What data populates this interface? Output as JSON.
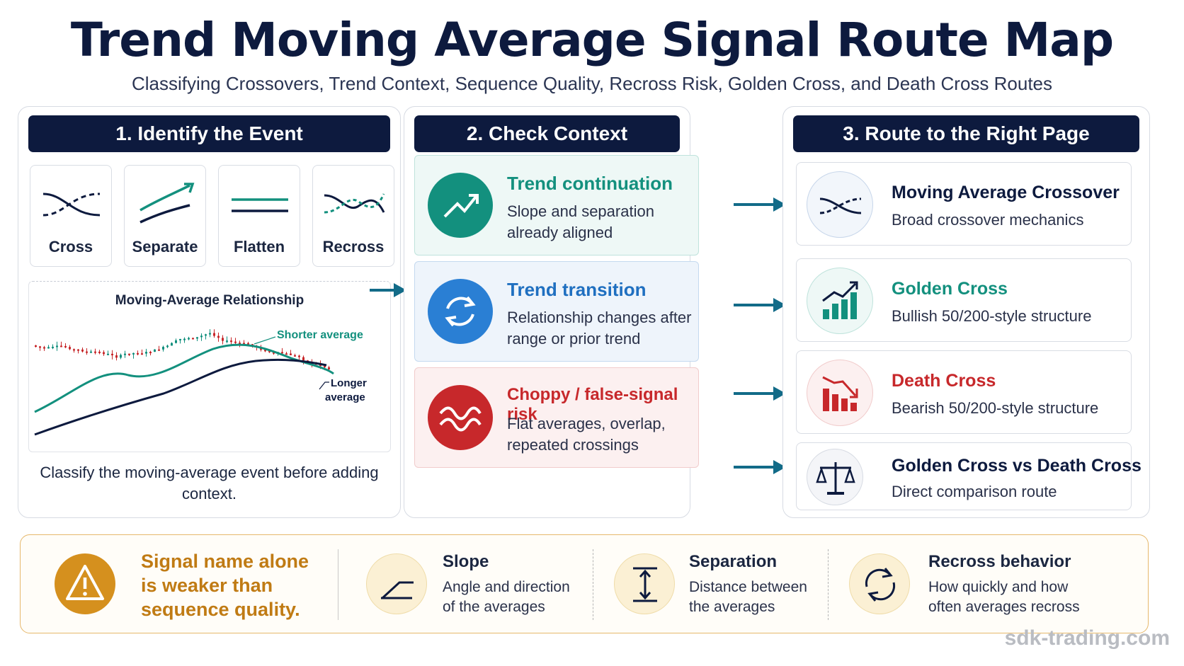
{
  "title": "Trend Moving Average Signal Route Map",
  "subtitle": "Classifying Crossovers, Trend Context, Sequence Quality, Recross Risk, Golden Cross, and Death Cross Routes",
  "panel1": {
    "header": "1. Identify the Event",
    "events": [
      {
        "label": "Cross",
        "icon": "cross-lines-icon"
      },
      {
        "label": "Separate",
        "icon": "separate-arrow-icon"
      },
      {
        "label": "Flatten",
        "icon": "flat-lines-icon"
      },
      {
        "label": "Recross",
        "icon": "recross-lines-icon"
      }
    ],
    "chart_title": "Moving-Average Relationship",
    "shorter_label": "Shorter average",
    "longer_label_1": "Longer",
    "longer_label_2": "average",
    "caption": "Classify the moving-average event before adding context."
  },
  "panel2": {
    "header": "2. Check Context",
    "items": [
      {
        "title": "Trend continuation",
        "desc": "Slope and separation already aligned",
        "icon": "trend-up-icon",
        "color": "#13907e"
      },
      {
        "title": "Trend transition",
        "desc": "Relationship changes after range or prior trend",
        "icon": "cycle-arrows-icon",
        "color": "#1f6fc0"
      },
      {
        "title": "Choppy / false-signal risk",
        "desc": "Flat averages, overlap, repeated crossings",
        "icon": "wave-icon",
        "color": "#c7282b"
      }
    ]
  },
  "panel3": {
    "header": "3. Route to the Right Page",
    "routes": [
      {
        "title": "Moving Average Crossover",
        "desc": "Broad crossover mechanics",
        "icon": "crossover-icon",
        "color": "#0d1a3e"
      },
      {
        "title": "Golden Cross",
        "desc": "Bullish 50/200-style structure",
        "icon": "bullish-bars-icon",
        "color": "#13907e"
      },
      {
        "title": "Death Cross",
        "desc": "Bearish 50/200-style structure",
        "icon": "bearish-bars-icon",
        "color": "#c7282b"
      },
      {
        "title": "Golden Cross vs Death Cross",
        "desc": "Direct comparison route",
        "icon": "scales-icon",
        "color": "#0d1a3e"
      }
    ]
  },
  "bottom": {
    "warning_1": "Signal name alone",
    "warning_2": "is weaker than",
    "warning_3": "sequence quality.",
    "features": [
      {
        "title": "Slope",
        "desc_1": "Angle and direction",
        "desc_2": "of the averages",
        "icon": "slope-icon"
      },
      {
        "title": "Separation",
        "desc_1": "Distance between",
        "desc_2": "the averages",
        "icon": "separation-icon"
      },
      {
        "title": "Recross behavior",
        "desc_1": "How quickly and how",
        "desc_2": "often averages recross",
        "icon": "recross-cycle-icon"
      }
    ]
  },
  "watermark": "sdk-trading.com",
  "colors": {
    "navy": "#0d1a3e",
    "teal": "#13907e",
    "blue": "#1f6fc0",
    "red": "#c7282b",
    "amber": "#d5901e"
  }
}
